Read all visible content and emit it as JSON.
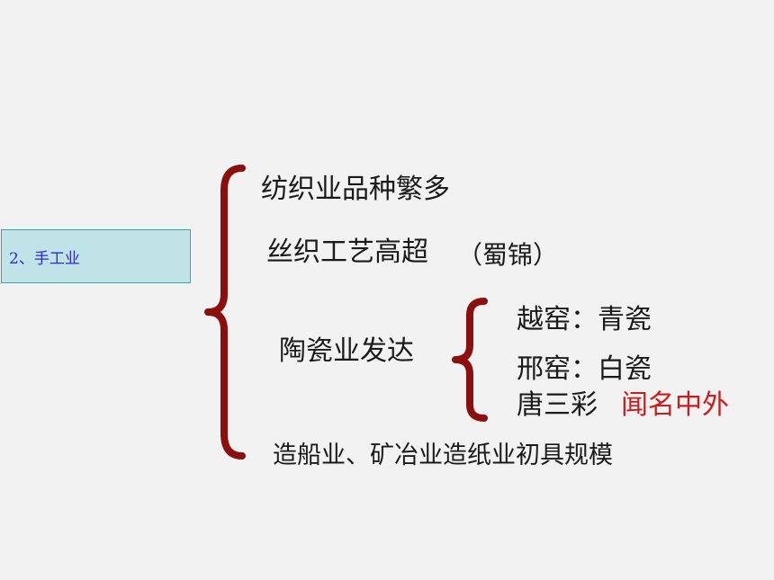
{
  "topic": {
    "label": "2、手工业"
  },
  "branches": {
    "textile": "纺织业品种繁多",
    "silk": "丝织工艺高超",
    "silk_note": "（蜀锦）",
    "ceramics": "陶瓷业发达",
    "ceramics_items": {
      "yue": "越窑：青瓷",
      "xing": "邢窑：白瓷",
      "tang": "唐三彩",
      "tang_note": "闻名中外"
    },
    "others": "造船业、矿冶业造纸业初具规模"
  },
  "colors": {
    "brace": "#8b0f0f",
    "highlight": "#cc1b1b",
    "topic_bg": "#bfe3e6",
    "topic_border": "#3aa4b4",
    "topic_text": "#2b2bd0"
  }
}
